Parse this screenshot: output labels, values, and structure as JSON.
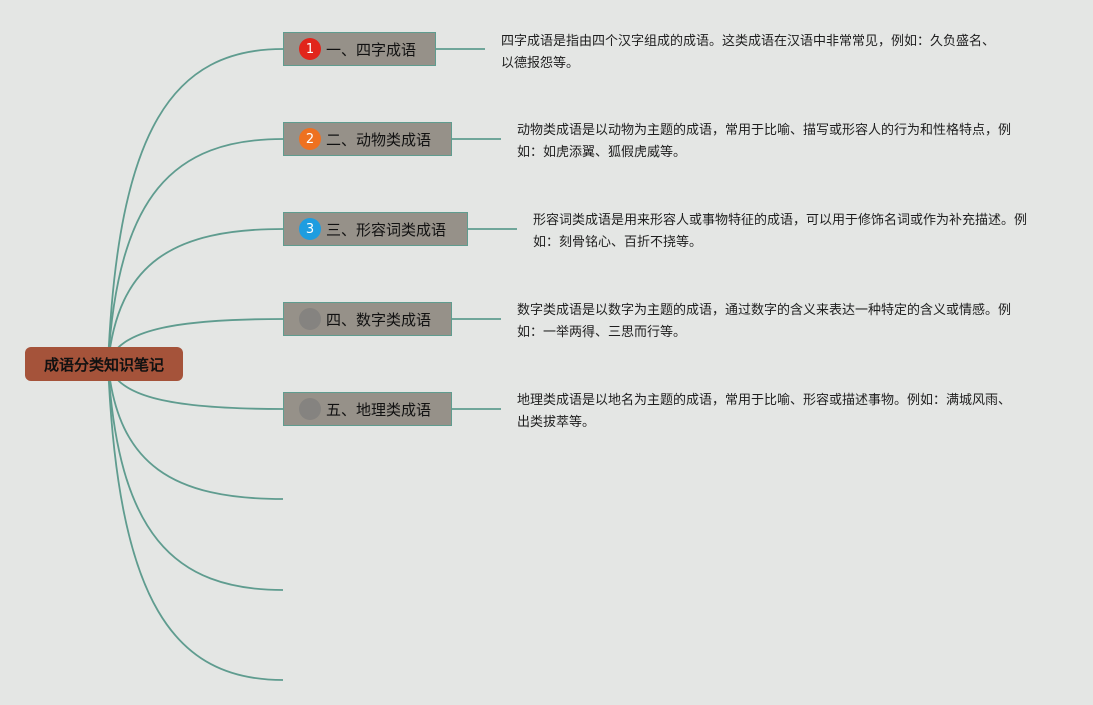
{
  "colors": {
    "background": "#e4e6e4",
    "root": "#a5533a",
    "branch_fill": "#969189",
    "branch_border": "#5f9c8f",
    "connector": "#5f9c8f"
  },
  "root": {
    "label": "成语分类知识笔记"
  },
  "branches": [
    {
      "marker": "1",
      "marker_color": "#e1251b",
      "label": "一、四字成语",
      "note": "四字成语是指由四个汉字组成的成语。这类成语在汉语中非常常见，例如：久负盛名、以德报怨等。"
    },
    {
      "marker": "2",
      "marker_color": "#ee7120",
      "label": "二、动物类成语",
      "note": "动物类成语是以动物为主题的成语，常用于比喻、描写或形容人的行为和性格特点，例如：如虎添翼、狐假虎威等。"
    },
    {
      "marker": "3",
      "marker_color": "#1e9de0",
      "label": "三、形容词类成语",
      "note": "形容词类成语是用来形容人或事物特征的成语，可以用于修饰名词或作为补充描述。例如：刻骨铭心、百折不挠等。"
    },
    {
      "marker": "",
      "marker_color": "#858380",
      "label": "四、数字类成语",
      "note": "数字类成语是以数字为主题的成语，通过数字的含义来表达一种特定的含义或情感。例如：一举两得、三思而行等。"
    },
    {
      "marker": "",
      "marker_color": "#858380",
      "label": "五、地理类成语",
      "note": "地理类成语是以地名为主题的成语，常用于比喻、形容或描述事物。例如：满城风雨、出类拔萃等。"
    }
  ]
}
